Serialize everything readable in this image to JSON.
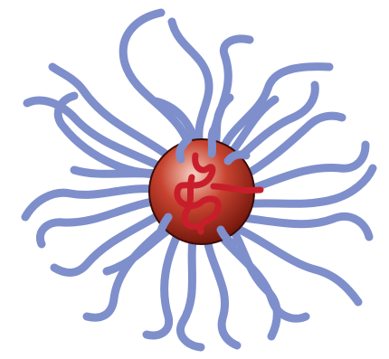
{
  "diagram": {
    "colors": {
      "background": "#ffffff",
      "chain": "#7e8fcb",
      "core_light": "#f7d3c6",
      "core_mid": "#c7432f",
      "core_dark": "#6b1209",
      "core_outline": "#3a0c08",
      "core_chain": "#c81e2b"
    },
    "nodes": [
      {
        "id": "core-particle",
        "icon": "sphere"
      },
      {
        "id": "surface-chains",
        "icon": "polymer-chains"
      },
      {
        "id": "core-chain",
        "icon": "polymer-chain"
      }
    ]
  }
}
